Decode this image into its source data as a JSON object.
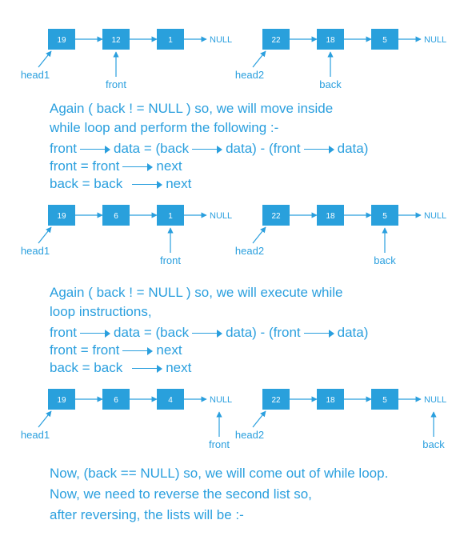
{
  "null_label": "NULL",
  "accent_color": "#2a9fde",
  "node_color": "#29a0dc",
  "stages": [
    {
      "list1": {
        "values": [
          "19",
          "12",
          "1"
        ],
        "head_label": "head1",
        "pointer_label": "front",
        "pointer_index": 1
      },
      "list2": {
        "values": [
          "22",
          "18",
          "5"
        ],
        "head_label": "head2",
        "pointer_label": "back",
        "pointer_index": 1
      }
    },
    {
      "list1": {
        "values": [
          "19",
          "6",
          "1"
        ],
        "head_label": "head1",
        "pointer_label": "front",
        "pointer_index": 2
      },
      "list2": {
        "values": [
          "22",
          "18",
          "5"
        ],
        "head_label": "head2",
        "pointer_label": "back",
        "pointer_index": 2
      }
    },
    {
      "list1": {
        "values": [
          "19",
          "6",
          "4"
        ],
        "head_label": "head1",
        "pointer_label": "front",
        "pointer_index": 3
      },
      "list2": {
        "values": [
          "22",
          "18",
          "5"
        ],
        "head_label": "head2",
        "pointer_label": "back",
        "pointer_index": 3
      }
    }
  ],
  "text": {
    "block1": {
      "line1": "Again ( back ! = NULL )   so, we will move inside",
      "line2": "while loop and perform the following :-"
    },
    "block2": {
      "line1": "Again ( back ! = NULL )   so, we will execute while",
      "line2": "loop instructions,"
    },
    "code": {
      "front": "front",
      "back": "back",
      "data": "data",
      "next": "next",
      "eq": " = ",
      "open_back": "(back",
      "close_data": "data)",
      "minus": " - ",
      "open_front": "(front",
      "front_assign": "front = front",
      "back_assign": "back = back"
    },
    "final": {
      "line1": "Now, (back == NULL)  so, we will come out of while loop.",
      "line2": "Now, we need to reverse the second list so,",
      "line3": "after reversing, the lists will be :-"
    }
  }
}
